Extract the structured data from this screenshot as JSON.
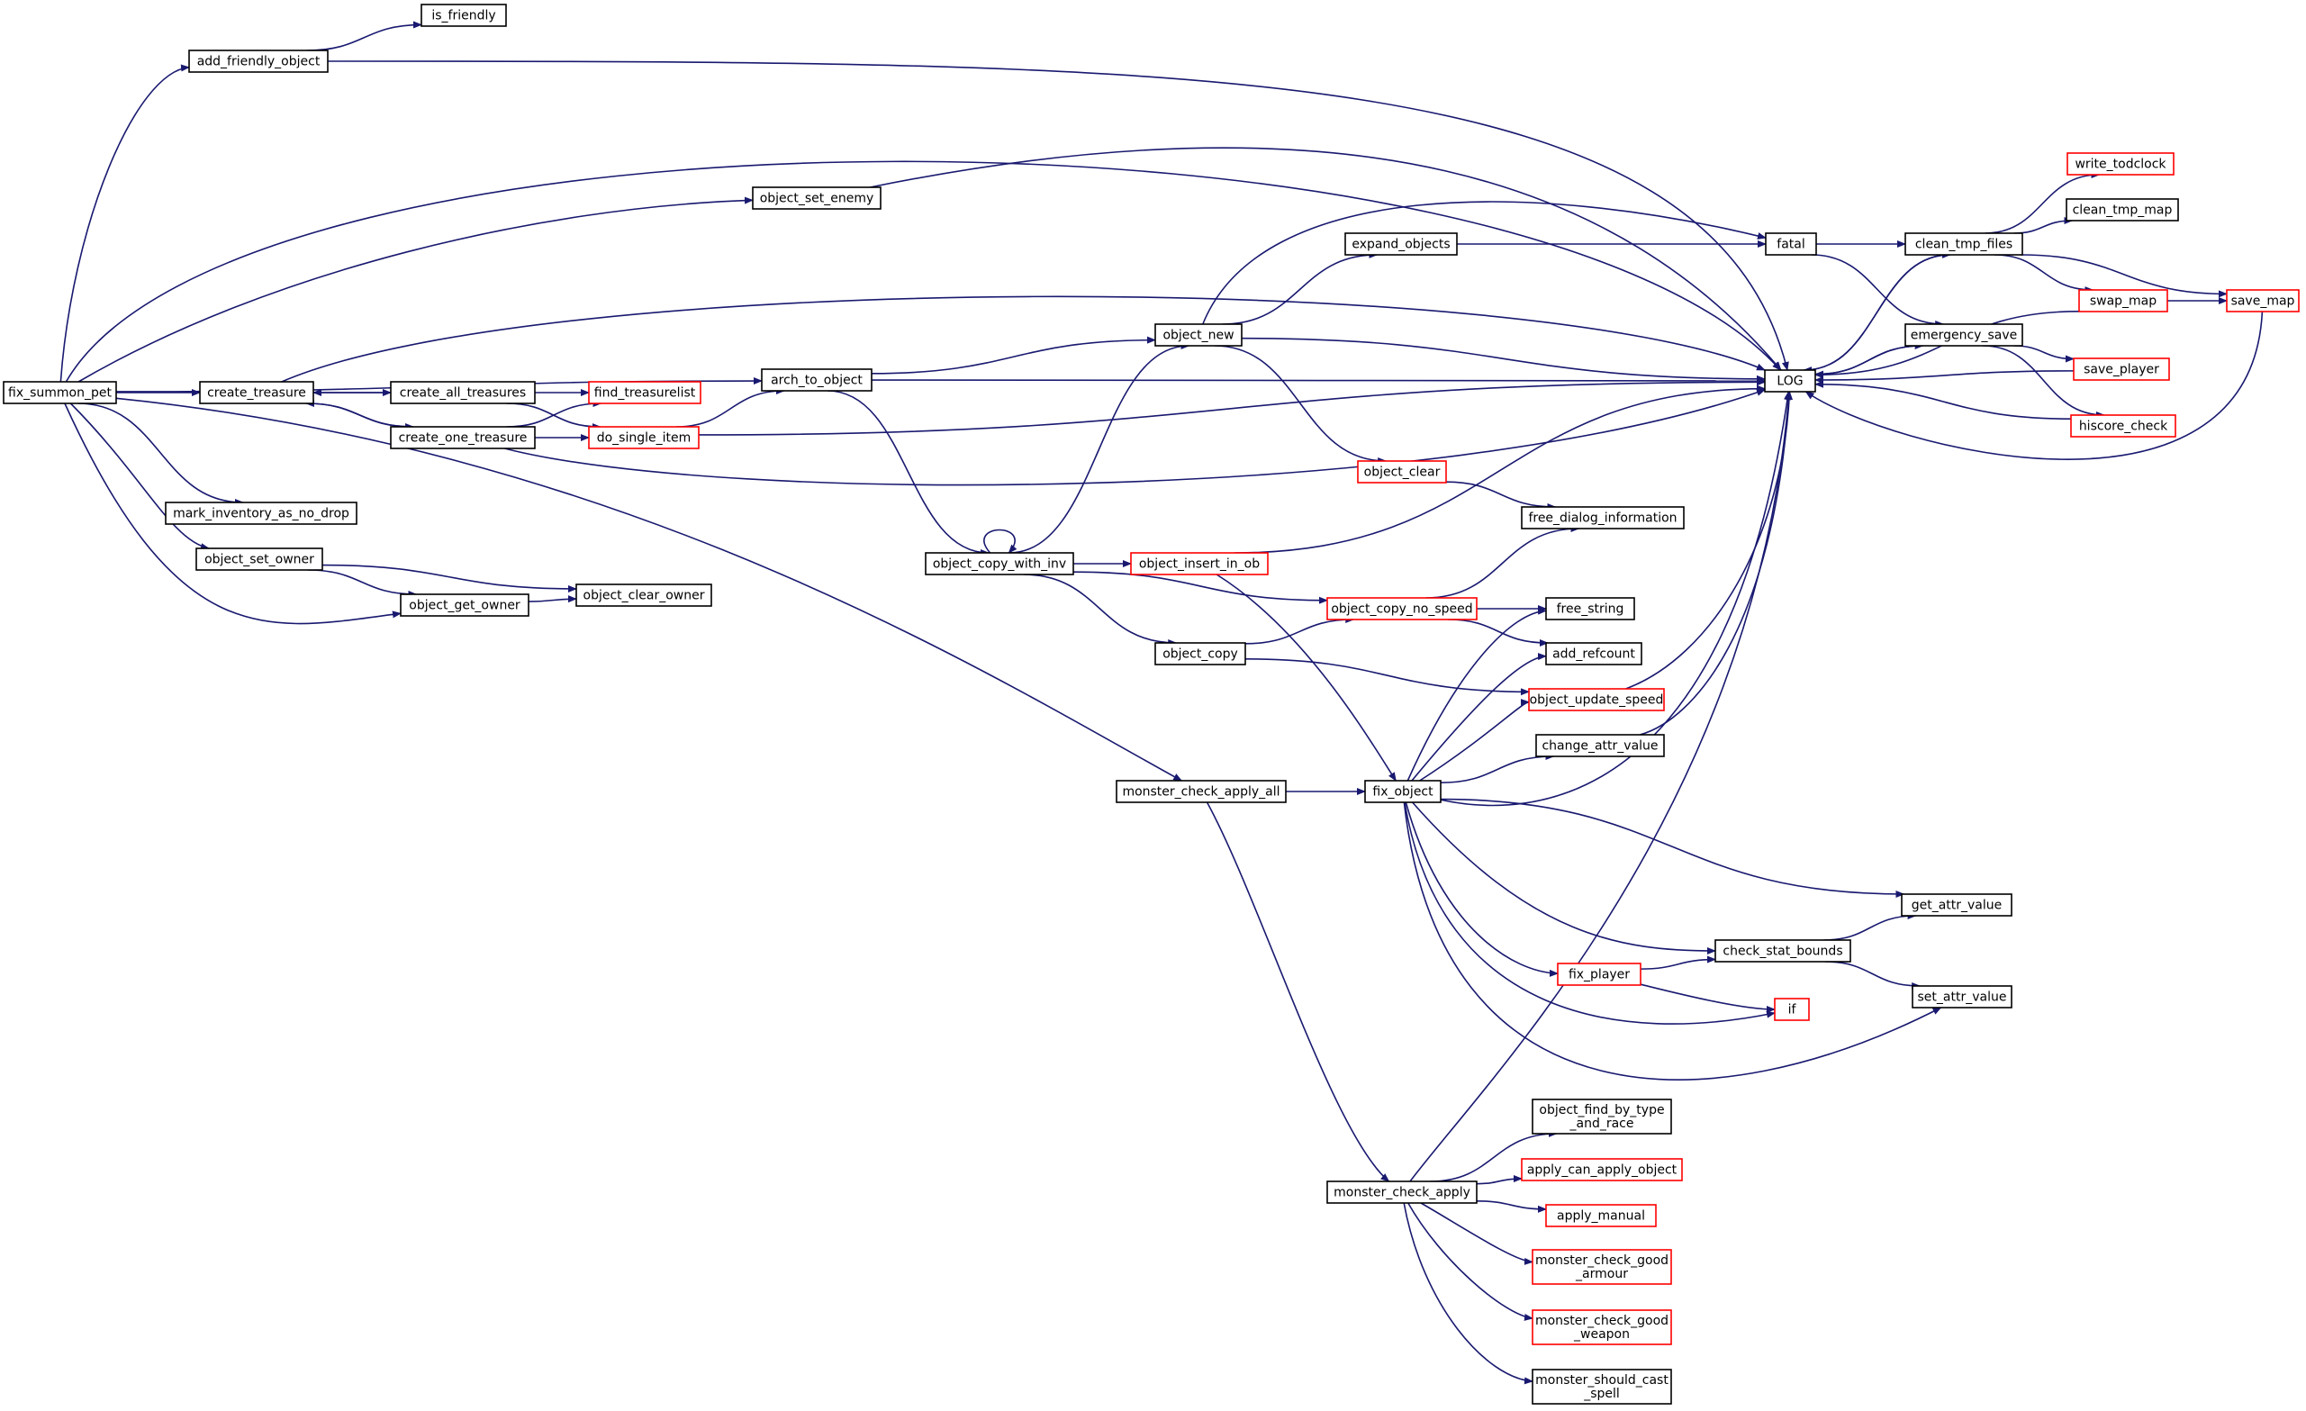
{
  "diagram": {
    "colors": {
      "edge": "#191970",
      "node_border_normal": "#000000",
      "node_border_truncated": "#ff0000",
      "root_fill": "#bfbfbf",
      "text": "#000000"
    },
    "nodes": [
      {
        "id": "fix_summon_pet",
        "lines": [
          "fix_summon_pet"
        ],
        "style": "root"
      },
      {
        "id": "add_friendly_object",
        "lines": [
          "add_friendly_object"
        ],
        "style": "normal"
      },
      {
        "id": "is_friendly",
        "lines": [
          "is_friendly"
        ],
        "style": "normal"
      },
      {
        "id": "object_set_enemy",
        "lines": [
          "object_set_enemy"
        ],
        "style": "normal"
      },
      {
        "id": "create_treasure",
        "lines": [
          "create_treasure"
        ],
        "style": "normal"
      },
      {
        "id": "create_all_treasures",
        "lines": [
          "create_all_treasures"
        ],
        "style": "normal"
      },
      {
        "id": "create_one_treasure",
        "lines": [
          "create_one_treasure"
        ],
        "style": "normal"
      },
      {
        "id": "find_treasurelist",
        "lines": [
          "find_treasurelist"
        ],
        "style": "truncated"
      },
      {
        "id": "do_single_item",
        "lines": [
          "do_single_item"
        ],
        "style": "truncated"
      },
      {
        "id": "arch_to_object",
        "lines": [
          "arch_to_object"
        ],
        "style": "normal"
      },
      {
        "id": "mark_inventory_as_no_drop",
        "lines": [
          "mark_inventory_as_no_drop"
        ],
        "style": "normal"
      },
      {
        "id": "object_set_owner",
        "lines": [
          "object_set_owner"
        ],
        "style": "normal"
      },
      {
        "id": "object_get_owner",
        "lines": [
          "object_get_owner"
        ],
        "style": "normal"
      },
      {
        "id": "object_clear_owner",
        "lines": [
          "object_clear_owner"
        ],
        "style": "normal"
      },
      {
        "id": "monster_check_apply_all",
        "lines": [
          "monster_check_apply_all"
        ],
        "style": "normal"
      },
      {
        "id": "object_new",
        "lines": [
          "object_new"
        ],
        "style": "normal"
      },
      {
        "id": "expand_objects",
        "lines": [
          "expand_objects"
        ],
        "style": "normal"
      },
      {
        "id": "object_clear",
        "lines": [
          "object_clear"
        ],
        "style": "truncated"
      },
      {
        "id": "object_copy_with_inv",
        "lines": [
          "object_copy_with_inv"
        ],
        "style": "normal"
      },
      {
        "id": "object_insert_in_ob",
        "lines": [
          "object_insert_in_ob"
        ],
        "style": "truncated"
      },
      {
        "id": "object_copy_no_speed",
        "lines": [
          "object_copy_no_speed"
        ],
        "style": "truncated"
      },
      {
        "id": "object_copy",
        "lines": [
          "object_copy"
        ],
        "style": "normal"
      },
      {
        "id": "fix_object",
        "lines": [
          "fix_object"
        ],
        "style": "normal"
      },
      {
        "id": "monster_check_apply",
        "lines": [
          "monster_check_apply"
        ],
        "style": "normal"
      },
      {
        "id": "fatal",
        "lines": [
          "fatal"
        ],
        "style": "normal"
      },
      {
        "id": "LOG",
        "lines": [
          "LOG"
        ],
        "style": "normal"
      },
      {
        "id": "free_dialog_information",
        "lines": [
          "free_dialog_information"
        ],
        "style": "normal"
      },
      {
        "id": "free_string",
        "lines": [
          "free_string"
        ],
        "style": "normal"
      },
      {
        "id": "add_refcount",
        "lines": [
          "add_refcount"
        ],
        "style": "normal"
      },
      {
        "id": "object_update_speed",
        "lines": [
          "object_update_speed"
        ],
        "style": "truncated"
      },
      {
        "id": "change_attr_value",
        "lines": [
          "change_attr_value"
        ],
        "style": "normal"
      },
      {
        "id": "get_attr_value",
        "lines": [
          "get_attr_value"
        ],
        "style": "normal"
      },
      {
        "id": "check_stat_bounds",
        "lines": [
          "check_stat_bounds"
        ],
        "style": "normal"
      },
      {
        "id": "set_attr_value",
        "lines": [
          "set_attr_value"
        ],
        "style": "normal"
      },
      {
        "id": "fix_player",
        "lines": [
          "fix_player"
        ],
        "style": "truncated"
      },
      {
        "id": "if",
        "lines": [
          "if"
        ],
        "style": "truncated"
      },
      {
        "id": "object_find_by_type_and_race",
        "lines": [
          "object_find_by_type",
          "_and_race"
        ],
        "style": "normal"
      },
      {
        "id": "apply_can_apply_object",
        "lines": [
          "apply_can_apply_object"
        ],
        "style": "truncated"
      },
      {
        "id": "apply_manual",
        "lines": [
          "apply_manual"
        ],
        "style": "truncated"
      },
      {
        "id": "monster_check_good_armour",
        "lines": [
          "monster_check_good",
          "_armour"
        ],
        "style": "truncated"
      },
      {
        "id": "monster_check_good_weapon",
        "lines": [
          "monster_check_good",
          "_weapon"
        ],
        "style": "truncated"
      },
      {
        "id": "monster_should_cast_spell",
        "lines": [
          "monster_should_cast",
          "_spell"
        ],
        "style": "normal"
      },
      {
        "id": "clean_tmp_files",
        "lines": [
          "clean_tmp_files"
        ],
        "style": "normal"
      },
      {
        "id": "emergency_save",
        "lines": [
          "emergency_save"
        ],
        "style": "normal"
      },
      {
        "id": "write_todclock",
        "lines": [
          "write_todclock"
        ],
        "style": "truncated"
      },
      {
        "id": "clean_tmp_map",
        "lines": [
          "clean_tmp_map"
        ],
        "style": "normal"
      },
      {
        "id": "swap_map",
        "lines": [
          "swap_map"
        ],
        "style": "truncated"
      },
      {
        "id": "save_map",
        "lines": [
          "save_map"
        ],
        "style": "truncated"
      },
      {
        "id": "save_player",
        "lines": [
          "save_player"
        ],
        "style": "truncated"
      },
      {
        "id": "hiscore_check",
        "lines": [
          "hiscore_check"
        ],
        "style": "truncated"
      }
    ],
    "edges": [
      {
        "from": "fix_summon_pet",
        "to": "add_friendly_object"
      },
      {
        "from": "add_friendly_object",
        "to": "is_friendly"
      },
      {
        "from": "add_friendly_object",
        "to": "LOG"
      },
      {
        "from": "fix_summon_pet",
        "to": "LOG"
      },
      {
        "from": "fix_summon_pet",
        "to": "object_set_enemy"
      },
      {
        "from": "object_set_enemy",
        "to": "LOG"
      },
      {
        "from": "fix_summon_pet",
        "to": "arch_to_object"
      },
      {
        "from": "fix_summon_pet",
        "to": "create_treasure"
      },
      {
        "from": "fix_summon_pet",
        "to": "mark_inventory_as_no_drop"
      },
      {
        "from": "fix_summon_pet",
        "to": "object_set_owner"
      },
      {
        "from": "fix_summon_pet",
        "to": "object_get_owner"
      },
      {
        "from": "fix_summon_pet",
        "to": "monster_check_apply_all"
      },
      {
        "from": "create_treasure",
        "to": "LOG"
      },
      {
        "from": "create_treasure",
        "to": "create_all_treasures"
      },
      {
        "from": "create_treasure",
        "to": "create_one_treasure"
      },
      {
        "from": "create_all_treasures",
        "to": "create_treasure"
      },
      {
        "from": "create_one_treasure",
        "to": "create_treasure"
      },
      {
        "from": "create_all_treasures",
        "to": "find_treasurelist"
      },
      {
        "from": "create_all_treasures",
        "to": "do_single_item"
      },
      {
        "from": "create_one_treasure",
        "to": "find_treasurelist"
      },
      {
        "from": "create_one_treasure",
        "to": "do_single_item"
      },
      {
        "from": "create_one_treasure",
        "to": "LOG"
      },
      {
        "from": "do_single_item",
        "to": "arch_to_object"
      },
      {
        "from": "do_single_item",
        "to": "LOG"
      },
      {
        "from": "object_set_owner",
        "to": "object_clear_owner"
      },
      {
        "from": "object_set_owner",
        "to": "object_get_owner"
      },
      {
        "from": "object_get_owner",
        "to": "object_clear_owner"
      },
      {
        "from": "arch_to_object",
        "to": "object_new"
      },
      {
        "from": "arch_to_object",
        "to": "LOG"
      },
      {
        "from": "arch_to_object",
        "to": "object_copy_with_inv"
      },
      {
        "from": "object_new",
        "to": "fatal"
      },
      {
        "from": "object_new",
        "to": "expand_objects"
      },
      {
        "from": "object_new",
        "to": "LOG"
      },
      {
        "from": "object_new",
        "to": "object_clear"
      },
      {
        "from": "expand_objects",
        "to": "fatal"
      },
      {
        "from": "object_clear",
        "to": "free_dialog_information"
      },
      {
        "from": "object_copy_with_inv",
        "to": "object_copy_with_inv"
      },
      {
        "from": "object_copy_with_inv",
        "to": "object_new"
      },
      {
        "from": "object_copy_with_inv",
        "to": "object_insert_in_ob"
      },
      {
        "from": "object_copy_with_inv",
        "to": "object_copy_no_speed"
      },
      {
        "from": "object_copy_with_inv",
        "to": "object_copy"
      },
      {
        "from": "object_insert_in_ob",
        "to": "LOG"
      },
      {
        "from": "object_insert_in_ob",
        "to": "fix_object"
      },
      {
        "from": "object_copy_no_speed",
        "to": "free_dialog_information"
      },
      {
        "from": "object_copy_no_speed",
        "to": "free_string"
      },
      {
        "from": "object_copy_no_speed",
        "to": "add_refcount"
      },
      {
        "from": "object_copy",
        "to": "object_copy_no_speed"
      },
      {
        "from": "object_copy",
        "to": "object_update_speed"
      },
      {
        "from": "object_update_speed",
        "to": "LOG"
      },
      {
        "from": "monster_check_apply_all",
        "to": "fix_object"
      },
      {
        "from": "monster_check_apply_all",
        "to": "monster_check_apply"
      },
      {
        "from": "fix_object",
        "to": "LOG"
      },
      {
        "from": "fix_object",
        "to": "free_string"
      },
      {
        "from": "fix_object",
        "to": "add_refcount"
      },
      {
        "from": "fix_object",
        "to": "object_update_speed"
      },
      {
        "from": "fix_object",
        "to": "change_attr_value"
      },
      {
        "from": "fix_object",
        "to": "get_attr_value"
      },
      {
        "from": "fix_object",
        "to": "check_stat_bounds"
      },
      {
        "from": "fix_object",
        "to": "fix_player"
      },
      {
        "from": "fix_object",
        "to": "if"
      },
      {
        "from": "fix_object",
        "to": "set_attr_value"
      },
      {
        "from": "change_attr_value",
        "to": "LOG"
      },
      {
        "from": "check_stat_bounds",
        "to": "get_attr_value"
      },
      {
        "from": "check_stat_bounds",
        "to": "set_attr_value"
      },
      {
        "from": "fix_player",
        "to": "check_stat_bounds"
      },
      {
        "from": "fix_player",
        "to": "if"
      },
      {
        "from": "monster_check_apply",
        "to": "LOG"
      },
      {
        "from": "monster_check_apply",
        "to": "object_find_by_type_and_race"
      },
      {
        "from": "monster_check_apply",
        "to": "apply_can_apply_object"
      },
      {
        "from": "monster_check_apply",
        "to": "apply_manual"
      },
      {
        "from": "monster_check_apply",
        "to": "monster_check_good_armour"
      },
      {
        "from": "monster_check_apply",
        "to": "monster_check_good_weapon"
      },
      {
        "from": "monster_check_apply",
        "to": "monster_should_cast_spell"
      },
      {
        "from": "fatal",
        "to": "clean_tmp_files"
      },
      {
        "from": "fatal",
        "to": "emergency_save"
      },
      {
        "from": "LOG",
        "to": "clean_tmp_files"
      },
      {
        "from": "LOG",
        "to": "emergency_save"
      },
      {
        "from": "clean_tmp_files",
        "to": "LOG"
      },
      {
        "from": "clean_tmp_files",
        "to": "write_todclock"
      },
      {
        "from": "clean_tmp_files",
        "to": "clean_tmp_map"
      },
      {
        "from": "clean_tmp_files",
        "to": "swap_map"
      },
      {
        "from": "clean_tmp_files",
        "to": "save_map"
      },
      {
        "from": "emergency_save",
        "to": "LOG"
      },
      {
        "from": "emergency_save",
        "to": "save_player"
      },
      {
        "from": "emergency_save",
        "to": "hiscore_check"
      },
      {
        "from": "swap_map",
        "to": "LOG"
      },
      {
        "from": "swap_map",
        "to": "save_map"
      },
      {
        "from": "save_map",
        "to": "LOG"
      },
      {
        "from": "save_player",
        "to": "LOG"
      },
      {
        "from": "hiscore_check",
        "to": "LOG"
      }
    ]
  }
}
